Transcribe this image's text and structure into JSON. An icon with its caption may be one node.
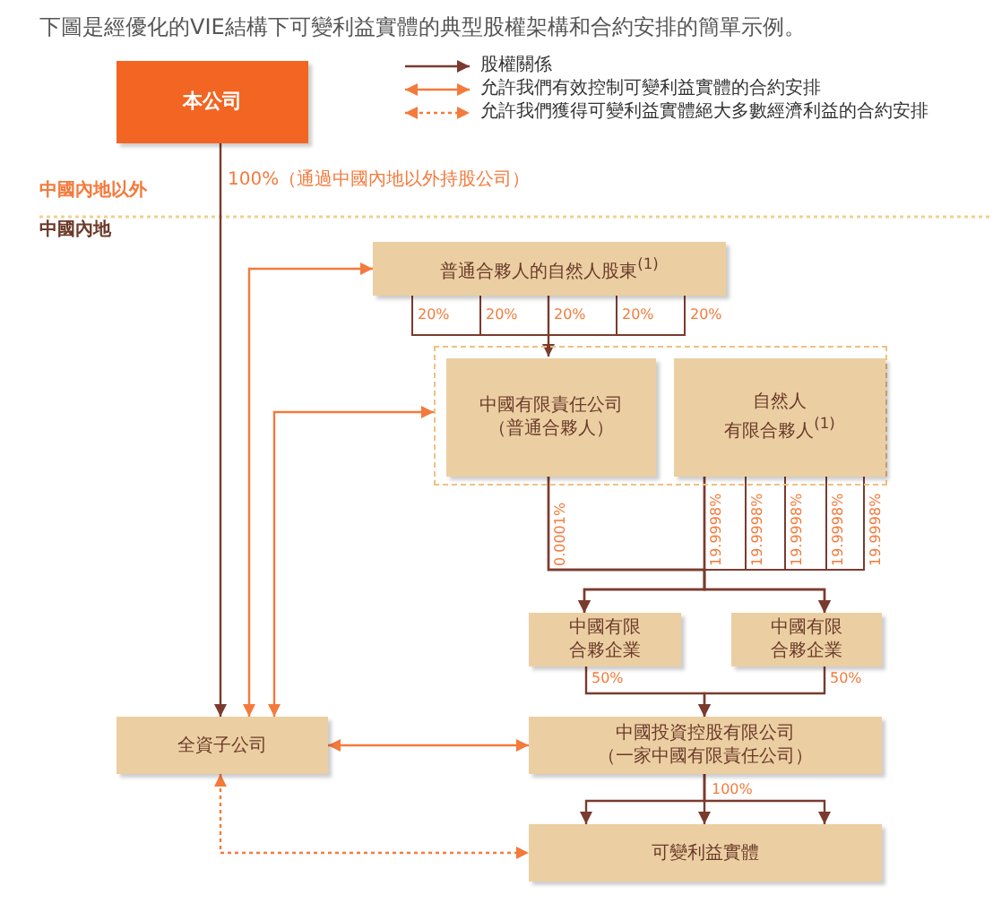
{
  "diagram": {
    "title": "下圖是經優化的VIE結構下可變利益實體的典型股權架構和合約安排的簡單示例。",
    "nodes": [
      {
        "text": [
          "本公司"
        ]
      },
      {
        "text": [
          "普通合夥人的自然人股東$^{(1)}$"
        ]
      },
      {
        "text": [],
        "shape": "box"
      },
      {
        "text": [
          "中國有限責任公司（普通合夥人）"
        ],
        "in": 2
      },
      {
        "text": [
          "自然人",
          "有限合夥人$^{(1)}$"
        ],
        "in": 2
      },
      {
        "text": [
          "中國有限合夥企業"
        ]
      },
      {
        "text": [
          "中國有限合夥企業"
        ]
      },
      {
        "text": [
          "全資子公司"
        ]
      },
      {
        "text": [
          "中國投資控股有限公司（一家中國有限責任公司）"
        ]
      },
      {
        "text": [
          "可變利益實體"
        ]
      }
    ],
    "edges": [
      {
        "from": 0,
        "to": 7,
        "arrow": "to",
        "label": "100%（通過中國內地以外持股公司）"
      },
      {
        "from": 7,
        "to": 1,
        "arrow": "both",
        "color": "#f47a3c"
      },
      {
        "from": 7,
        "to": 2,
        "arrow": "both",
        "color": "#f47a3c"
      },
      {
        "from": 1,
        "to": 3,
        "arrow": "to",
        "label": "20%"
      },
      {
        "from": 3,
        "to": 5,
        "arrow": "to"
      },
      {
        "from": 3,
        "to": 6,
        "arrow": "to"
      },
      {
        "from": 4,
        "to": 5,
        "arrow": "to"
      },
      {
        "from": 4,
        "to": 6,
        "arrow": "to"
      },
      {
        "from": 5,
        "to": 8,
        "arrow": "to",
        "label": "50%"
      },
      {
        "from": 6,
        "to": 8,
        "arrow": "to",
        "label": "50%"
      },
      {
        "from": 7,
        "to": 8,
        "arrow": "both",
        "color": "#f47a3c"
      },
      {
        "from": 8,
        "to": 9,
        "arrow": "to"
      },
      {
        "from": 8,
        "to": 9,
        "arrow": "to",
        "label": "100%"
      },
      {
        "from": 8,
        "to": 9,
        "arrow": "to"
      },
      {
        "from": 7,
        "to": 9,
        "arrow": "both",
        "style": "dashed",
        "color": "#f47a3c"
      }
    ],
    "labels": [
      "中國內地以外",
      "中國內地",
      "20%",
      "20%",
      "20%",
      "20%",
      "0.0001%",
      "19.9998%",
      "19.9998%",
      "19.9998%",
      "19.9998%",
      "19.9998%"
    ],
    "legend": [
      {
        "text": "股權關係"
      },
      {
        "text": "允許我們有效控制可變利益實體的合約安排"
      },
      {
        "text": "允許我們獲得可變利益實體絕大多數經濟利益的合約安排"
      }
    ]
  }
}
